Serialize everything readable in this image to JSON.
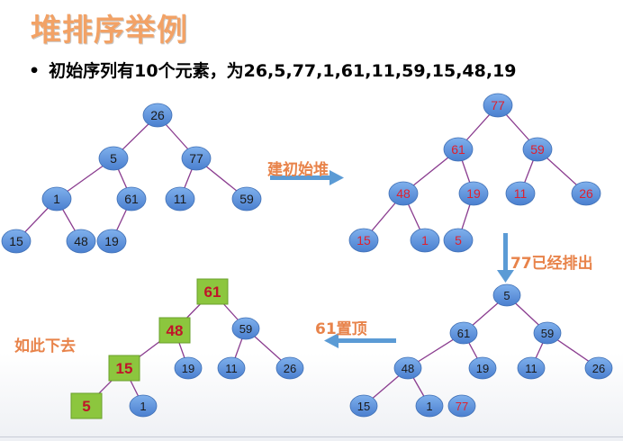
{
  "title": "堆排序举例",
  "bullet": "初始序列有10个元素，为26,5,77,1,61,11,59,15,48,19",
  "colors": {
    "node": "#5b8fd8",
    "node_border": "#3f6fb5",
    "edge": "#8a3c8f",
    "black_text": "#1a1a1a",
    "red_text": "#e0202e",
    "highlight": "#8cc63e",
    "highlight_text": "#c0142a",
    "arrow": "#5b9bd5",
    "label": "#e8834a"
  },
  "labels": {
    "build_heap": "建初始堆",
    "move_top": "77已经排出",
    "place_top": "61置顶",
    "and_so_on": "如此下去"
  },
  "trees": [
    {
      "id": "initial-tree",
      "text_color": "black",
      "nodes": [
        {
          "id": "a",
          "value": "26"
        },
        {
          "id": "b",
          "value": "5"
        },
        {
          "id": "c",
          "value": "77"
        },
        {
          "id": "d",
          "value": "1"
        },
        {
          "id": "e",
          "value": "61"
        },
        {
          "id": "f",
          "value": "11"
        },
        {
          "id": "g",
          "value": "59"
        },
        {
          "id": "h",
          "value": "15"
        },
        {
          "id": "i",
          "value": "48"
        },
        {
          "id": "j",
          "value": "19"
        }
      ],
      "edges": [
        [
          "a",
          "b"
        ],
        [
          "a",
          "c"
        ],
        [
          "b",
          "d"
        ],
        [
          "b",
          "e"
        ],
        [
          "c",
          "f"
        ],
        [
          "c",
          "g"
        ],
        [
          "d",
          "h"
        ],
        [
          "d",
          "i"
        ],
        [
          "e",
          "j"
        ]
      ]
    },
    {
      "id": "initial-heap-tree",
      "text_color": "red",
      "nodes": [
        {
          "id": "a",
          "value": "77"
        },
        {
          "id": "b",
          "value": "61"
        },
        {
          "id": "c",
          "value": "59"
        },
        {
          "id": "d",
          "value": "48"
        },
        {
          "id": "e",
          "value": "19"
        },
        {
          "id": "f",
          "value": "11"
        },
        {
          "id": "g",
          "value": "26"
        },
        {
          "id": "h",
          "value": "15"
        },
        {
          "id": "i",
          "value": "1"
        },
        {
          "id": "j",
          "value": "5"
        }
      ],
      "edges": [
        [
          "a",
          "b"
        ],
        [
          "a",
          "c"
        ],
        [
          "b",
          "d"
        ],
        [
          "b",
          "e"
        ],
        [
          "c",
          "f"
        ],
        [
          "c",
          "g"
        ],
        [
          "d",
          "h"
        ],
        [
          "d",
          "i"
        ],
        [
          "e",
          "j"
        ]
      ]
    },
    {
      "id": "after-swap-tree",
      "text_color": "black",
      "nodes": [
        {
          "id": "a",
          "value": "5"
        },
        {
          "id": "b",
          "value": "61"
        },
        {
          "id": "c",
          "value": "59"
        },
        {
          "id": "d",
          "value": "48"
        },
        {
          "id": "e",
          "value": "19"
        },
        {
          "id": "f",
          "value": "11"
        },
        {
          "id": "g",
          "value": "26"
        },
        {
          "id": "h",
          "value": "15"
        },
        {
          "id": "i",
          "value": "1"
        },
        {
          "id": "j",
          "value": "77",
          "style": "red"
        }
      ],
      "edges": [
        [
          "a",
          "b"
        ],
        [
          "a",
          "c"
        ],
        [
          "b",
          "d"
        ],
        [
          "b",
          "e"
        ],
        [
          "c",
          "f"
        ],
        [
          "c",
          "g"
        ],
        [
          "d",
          "h"
        ],
        [
          "d",
          "i"
        ]
      ]
    },
    {
      "id": "sift-tree",
      "text_color": "black",
      "nodes": [
        {
          "id": "a",
          "value": "61",
          "style": "box"
        },
        {
          "id": "b",
          "value": "48",
          "style": "box"
        },
        {
          "id": "c",
          "value": "59"
        },
        {
          "id": "d",
          "value": "15",
          "style": "box"
        },
        {
          "id": "e",
          "value": "19"
        },
        {
          "id": "f",
          "value": "11"
        },
        {
          "id": "g",
          "value": "26"
        },
        {
          "id": "h",
          "value": "5",
          "style": "box"
        },
        {
          "id": "i",
          "value": "1"
        }
      ],
      "edges": [
        [
          "a",
          "b"
        ],
        [
          "a",
          "c"
        ],
        [
          "b",
          "d"
        ],
        [
          "b",
          "e"
        ],
        [
          "c",
          "f"
        ],
        [
          "c",
          "g"
        ],
        [
          "d",
          "h"
        ],
        [
          "d",
          "i"
        ]
      ]
    }
  ]
}
